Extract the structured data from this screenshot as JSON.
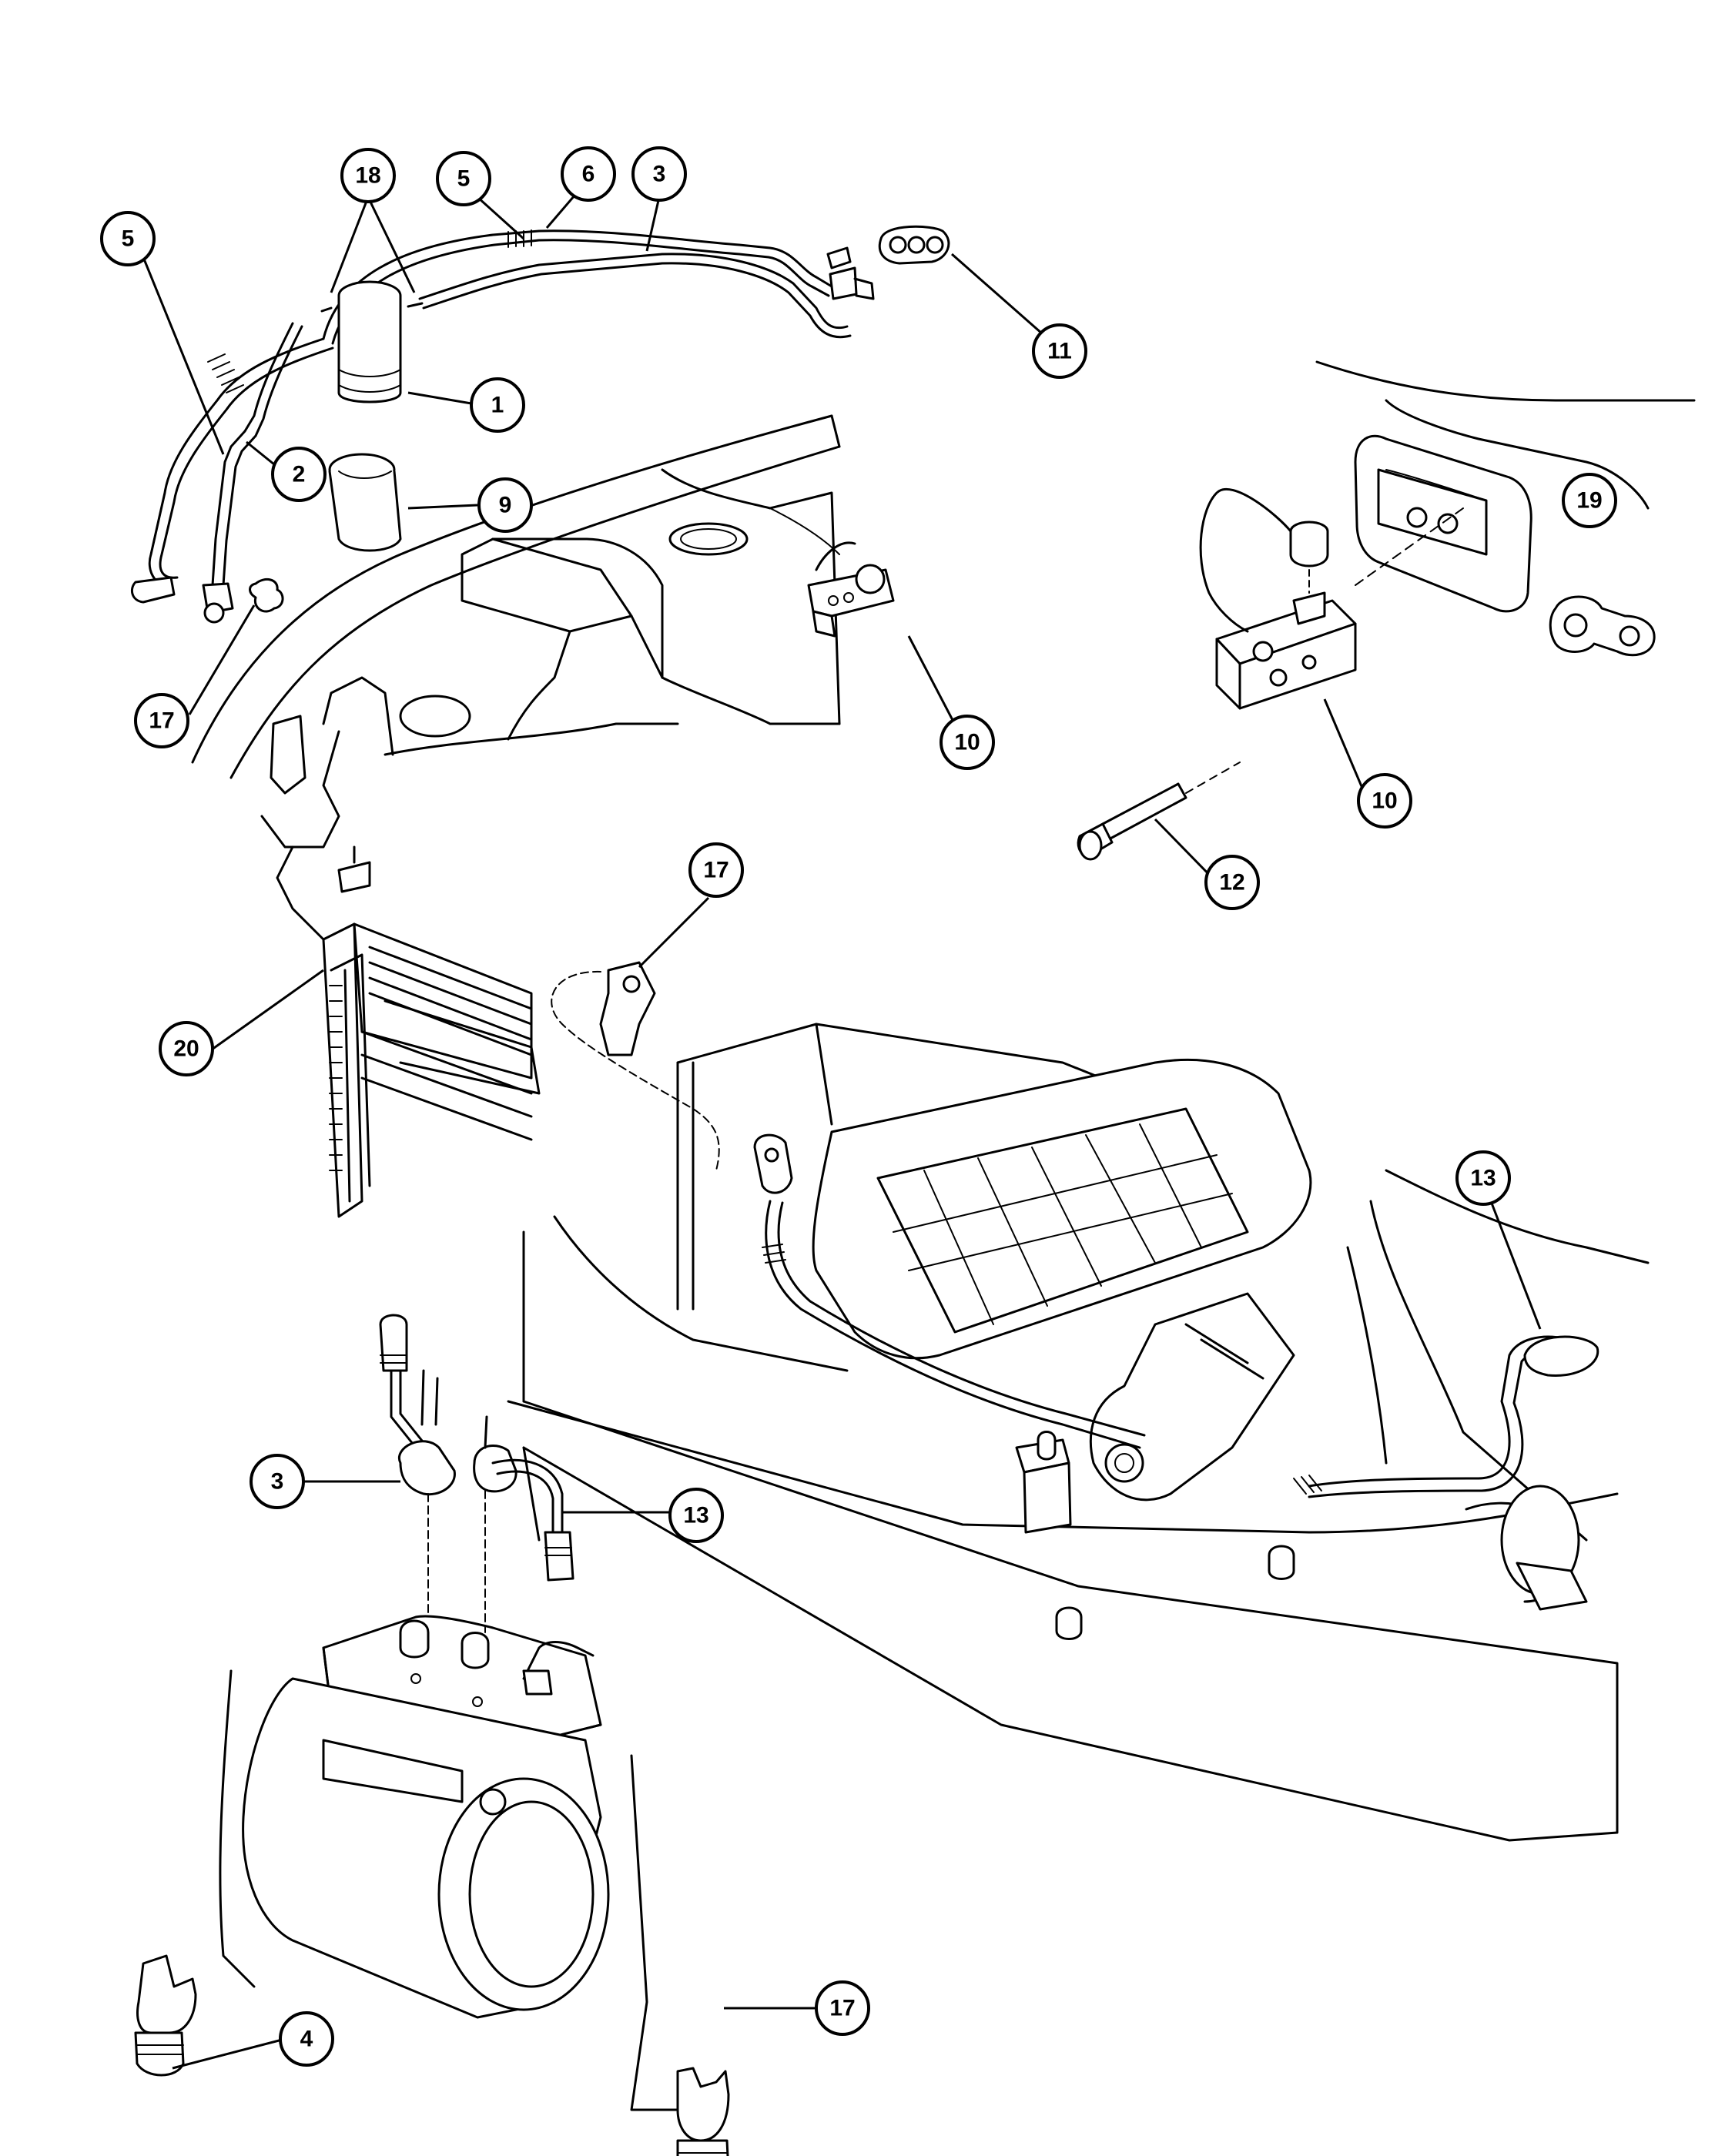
{
  "callouts": [
    {
      "id": "c18",
      "label": "18"
    },
    {
      "id": "c5a",
      "label": "5"
    },
    {
      "id": "c6",
      "label": "6"
    },
    {
      "id": "c3a",
      "label": "3"
    },
    {
      "id": "c5b",
      "label": "5"
    },
    {
      "id": "c11",
      "label": "11"
    },
    {
      "id": "c1",
      "label": "1"
    },
    {
      "id": "c2",
      "label": "2"
    },
    {
      "id": "c9",
      "label": "9"
    },
    {
      "id": "c19",
      "label": "19"
    },
    {
      "id": "c17a",
      "label": "17"
    },
    {
      "id": "c10a",
      "label": "10"
    },
    {
      "id": "c10b",
      "label": "10"
    },
    {
      "id": "c12",
      "label": "12"
    },
    {
      "id": "c17b",
      "label": "17"
    },
    {
      "id": "c20",
      "label": "20"
    },
    {
      "id": "c13a",
      "label": "13"
    },
    {
      "id": "c3b",
      "label": "3"
    },
    {
      "id": "c13b",
      "label": "13"
    },
    {
      "id": "c4",
      "label": "4"
    },
    {
      "id": "c17c",
      "label": "17"
    }
  ]
}
